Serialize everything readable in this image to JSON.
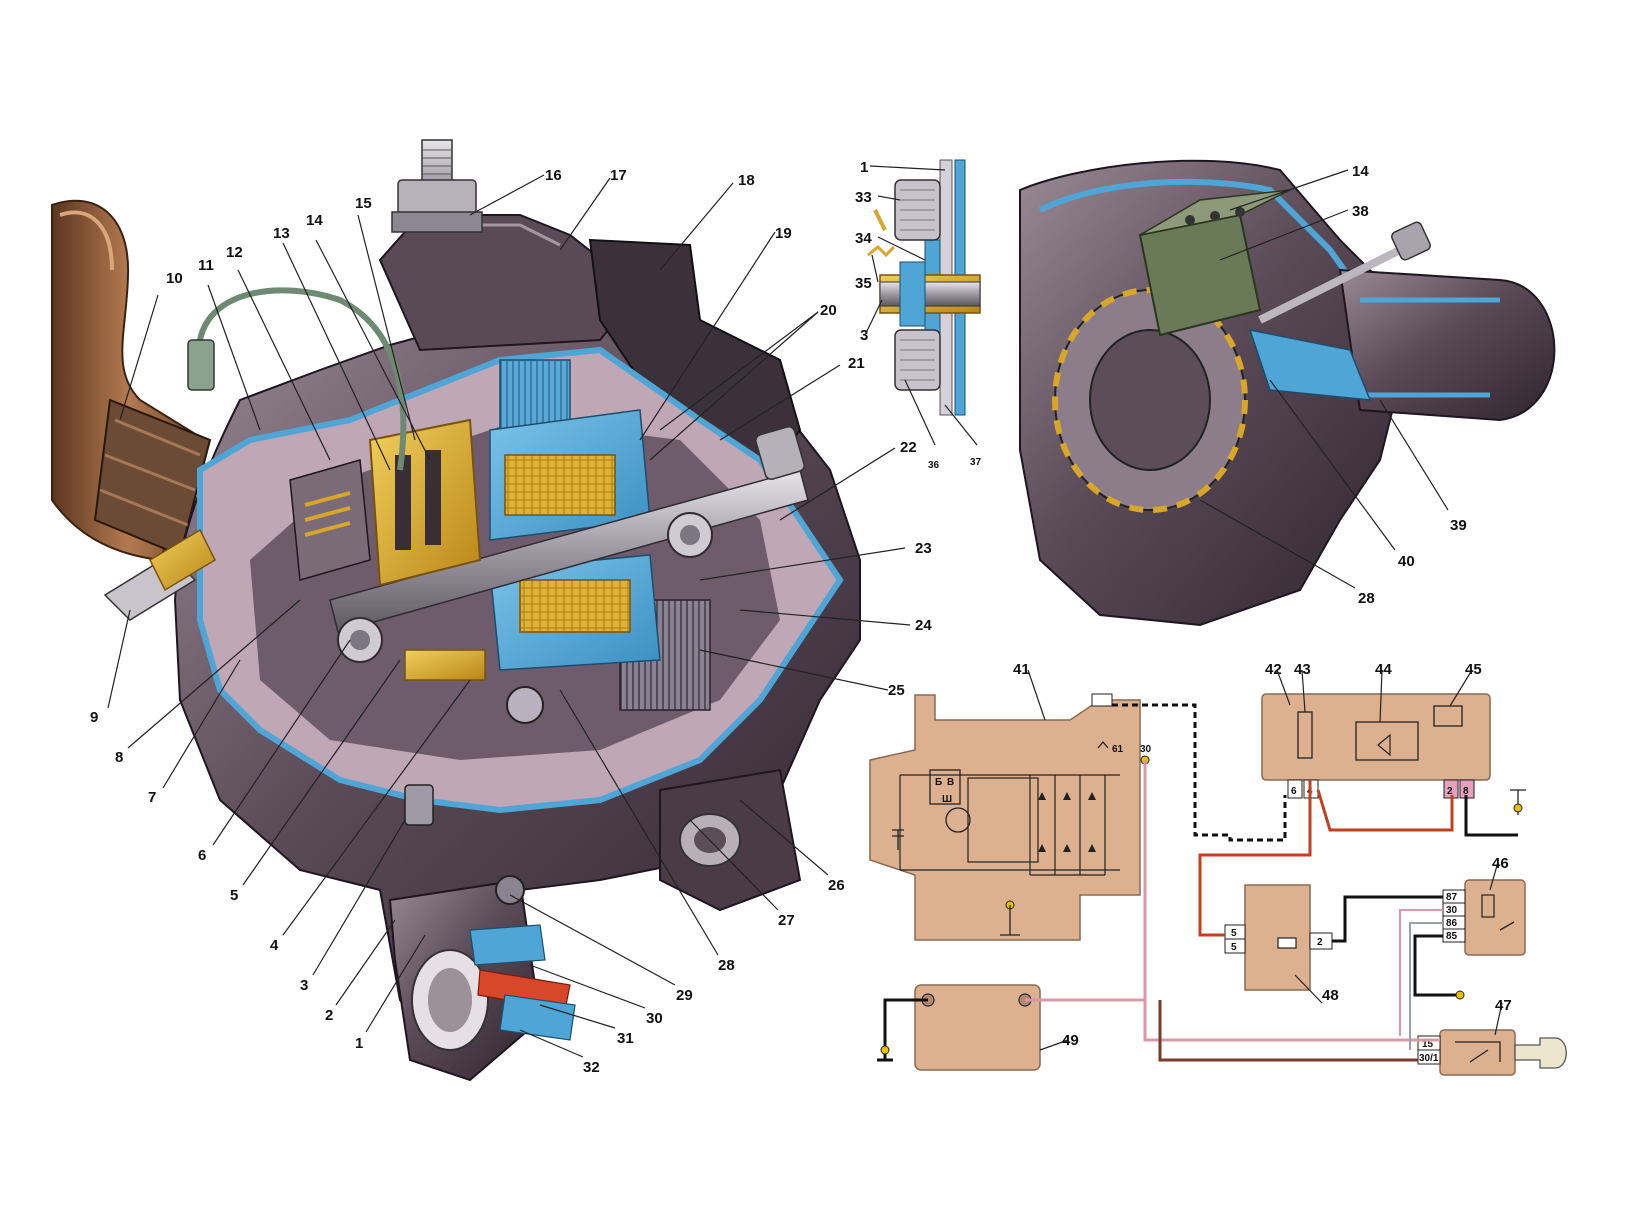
{
  "figure": {
    "callouts_main": [
      "1",
      "2",
      "3",
      "4",
      "5",
      "6",
      "7",
      "8",
      "9",
      "10",
      "11",
      "12",
      "13",
      "14",
      "15",
      "16",
      "17",
      "18",
      "19",
      "20",
      "21",
      "22",
      "23",
      "24",
      "25",
      "26",
      "27",
      "28",
      "29",
      "30",
      "31",
      "32"
    ],
    "callouts_inset_bearing": [
      "1",
      "33",
      "34",
      "35",
      "3",
      "36",
      "37"
    ],
    "callouts_inset_rear": [
      "14",
      "38",
      "39",
      "40",
      "28"
    ],
    "callouts_schematic": [
      "41",
      "42",
      "43",
      "44",
      "45",
      "46",
      "47",
      "48",
      "49"
    ],
    "terminals": {
      "b30": "30",
      "b61": "61",
      "ind_6": "6",
      "ind_4": "4",
      "ind_2": "2",
      "ind_8": "8",
      "relay_87": "87",
      "relay_30": "30",
      "relay_86": "86",
      "relay_85": "85",
      "ign_15": "15",
      "ign_30_1": "30/1",
      "fuse_5a": "5",
      "fuse_5b": "5",
      "fuse_2": "2",
      "reg_b": "Б",
      "reg_b2": "В",
      "reg_sh": "Ш"
    }
  },
  "colors": {
    "housing": "#4a3b46",
    "housing_light": "#8d7c88",
    "cut_blue": "#4fa6d6",
    "copper": "#d8a628",
    "pipe": "#8a5a3a",
    "board": "#ddb08f",
    "wire_red": "#c0401e",
    "wire_black": "#111111",
    "wire_pink": "#d89aa8"
  }
}
